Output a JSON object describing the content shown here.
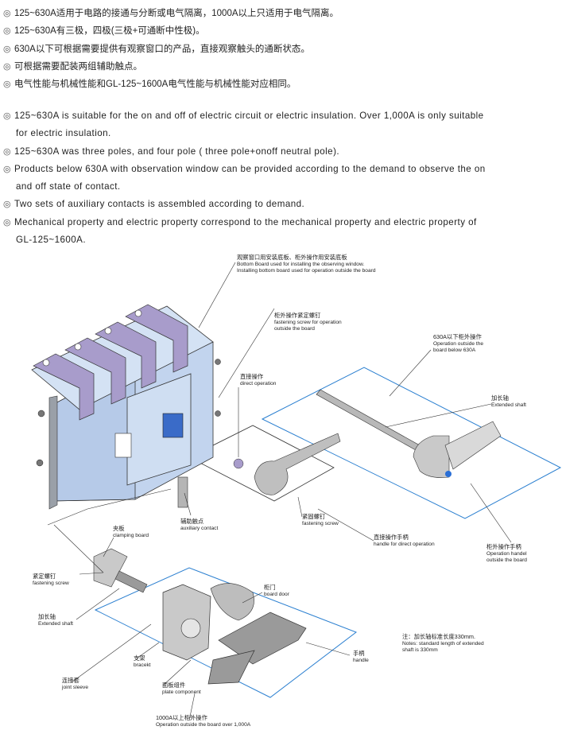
{
  "intro_zh": [
    "125~630A适用于电路的接通与分断或电气隔离，1000A以上只适用于电气隔离。",
    "125~630A有三极，四极(三极+可通断中性极)。",
    "630A以下可根据需要提供有观察窗口的产品，直接观察触头的通断状态。",
    "可根据需要配装两组辅助触点。",
    "电气性能与机械性能和GL-125~1600A电气性能与机械性能对应相同。"
  ],
  "intro_en": [
    {
      "line1": "125~630A is suitable for the on and off of electric circuit or electric insulation. Over 1,000A is only suitable",
      "line2": "for electric insulation."
    },
    {
      "line1": "125~630A was three poles, and four pole ( three pole+onoff neutral pole).",
      "line2": ""
    },
    {
      "line1": "Products below 630A with observation window can be provided according to the demand to observe the on",
      "line2": "and off state of contact."
    },
    {
      "line1": "Two sets of auxiliary contacts is assembled according to demand.",
      "line2": ""
    },
    {
      "line1": "Mechanical property and electric property correspond to the mechanical property and electric property of",
      "line2": "GL-125~1600A."
    }
  ],
  "bullet_mark": "◎",
  "labels": {
    "bottom_board": {
      "zh": "观察窗口用安装底板、柜外操作用安装底板",
      "en1": "Bottom Board used for installing the observing window.",
      "en2": "Installing bottom board used for operation outside the board"
    },
    "fastening_screw_outside": {
      "zh": "柜外操作紧定螺钉",
      "en1": "fastening screw for operation",
      "en2": "outside the board"
    },
    "operation_outside_630": {
      "zh": "630A以下柜外操作",
      "en1": "Operation outside the",
      "en2": "board below 630A"
    },
    "direct_operation": {
      "zh": "直接操作",
      "en1": "direct operation"
    },
    "extended_shaft_top": {
      "zh": "加长轴",
      "en1": "Extended shaft"
    },
    "auxiliary_contact": {
      "zh": "辅助触点",
      "en1": "auxiliary contact"
    },
    "fastening_screw_mid": {
      "zh": "紧固螺钉",
      "en1": "fastening screw"
    },
    "handle_direct": {
      "zh": "直接操作手柄",
      "en1": "handle for direct operation"
    },
    "handle_outside": {
      "zh": "柜外操作手柄",
      "en1": "Operation handel",
      "en2": "outside the board"
    },
    "clamping_board": {
      "zh": "夹板",
      "en1": "clamping board"
    },
    "fastening_screw_left": {
      "zh": "紧定螺钉",
      "en1": "fastening screw"
    },
    "extended_shaft_left": {
      "zh": "加长轴",
      "en1": "Extended shaft"
    },
    "board_door": {
      "zh": "柜门",
      "en1": "board door"
    },
    "bracket": {
      "zh": "支架",
      "en1": "bracekt"
    },
    "plate_component": {
      "zh": "面板组件",
      "en1": "plate component"
    },
    "joint_sleeve": {
      "zh": "连接套",
      "en1": "joint sleeve"
    },
    "handle": {
      "zh": "手柄",
      "en1": "handle"
    },
    "operation_outside_1000": {
      "zh": "1000A以上柜外操作",
      "en1": "Operation outside the board over 1,000A"
    },
    "note": {
      "zh": "注：加长轴标准长度330mm.",
      "en1": "Notes: standard length of extended",
      "en2": "shaft is 330mm"
    }
  },
  "colors": {
    "switch_body": "#c2d4ee",
    "terminal": "#a89ccb",
    "frame": "#2a7fd0",
    "knob": "#2a6fd6"
  }
}
